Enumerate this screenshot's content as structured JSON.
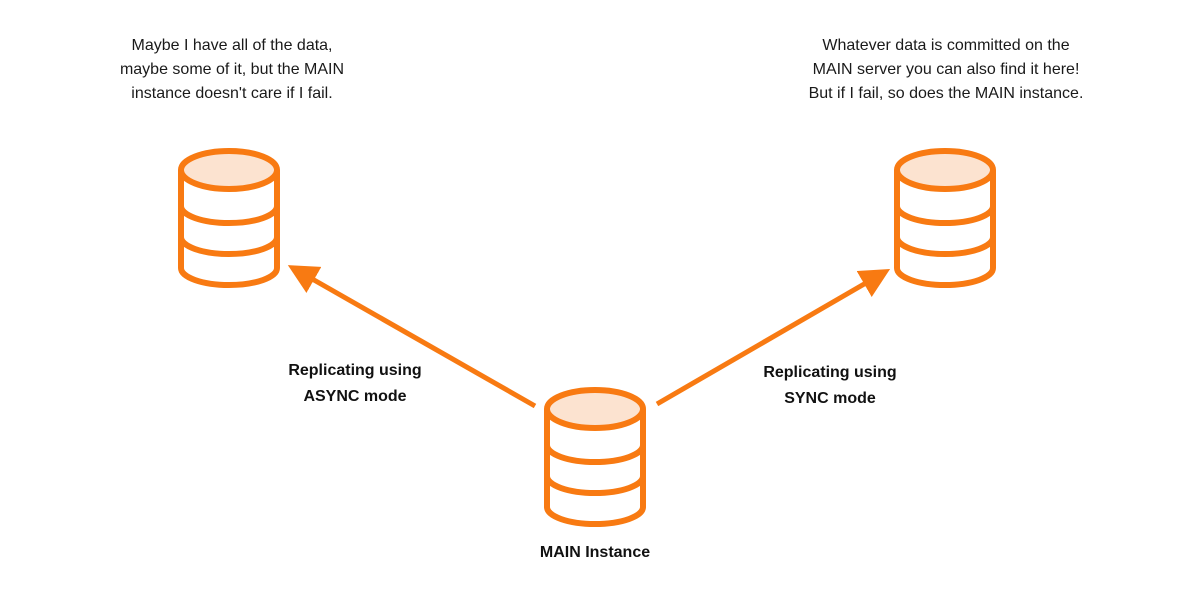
{
  "diagram": {
    "colors": {
      "accent": "#F87A12",
      "db_top_fill": "#FCE3D0",
      "background": "#FFFFFF",
      "text": "#111111"
    },
    "nodes": {
      "replica_async": {
        "icon": "database-icon",
        "note_lines": [
          "Maybe I have all of the data,",
          "maybe some of it, but the MAIN",
          "instance doesn't care if I fail."
        ]
      },
      "replica_sync": {
        "icon": "database-icon",
        "note_lines": [
          "Whatever data is committed on the",
          "MAIN server you can also find it here!",
          "But if I fail, so does the MAIN instance."
        ]
      },
      "main": {
        "icon": "database-icon",
        "label": "MAIN Instance"
      }
    },
    "edges": [
      {
        "from": "main",
        "to": "replica_async",
        "label_lines": [
          "Replicating using",
          "ASYNC mode"
        ]
      },
      {
        "from": "main",
        "to": "replica_sync",
        "label_lines": [
          "Replicating using",
          "SYNC mode"
        ]
      }
    ]
  }
}
